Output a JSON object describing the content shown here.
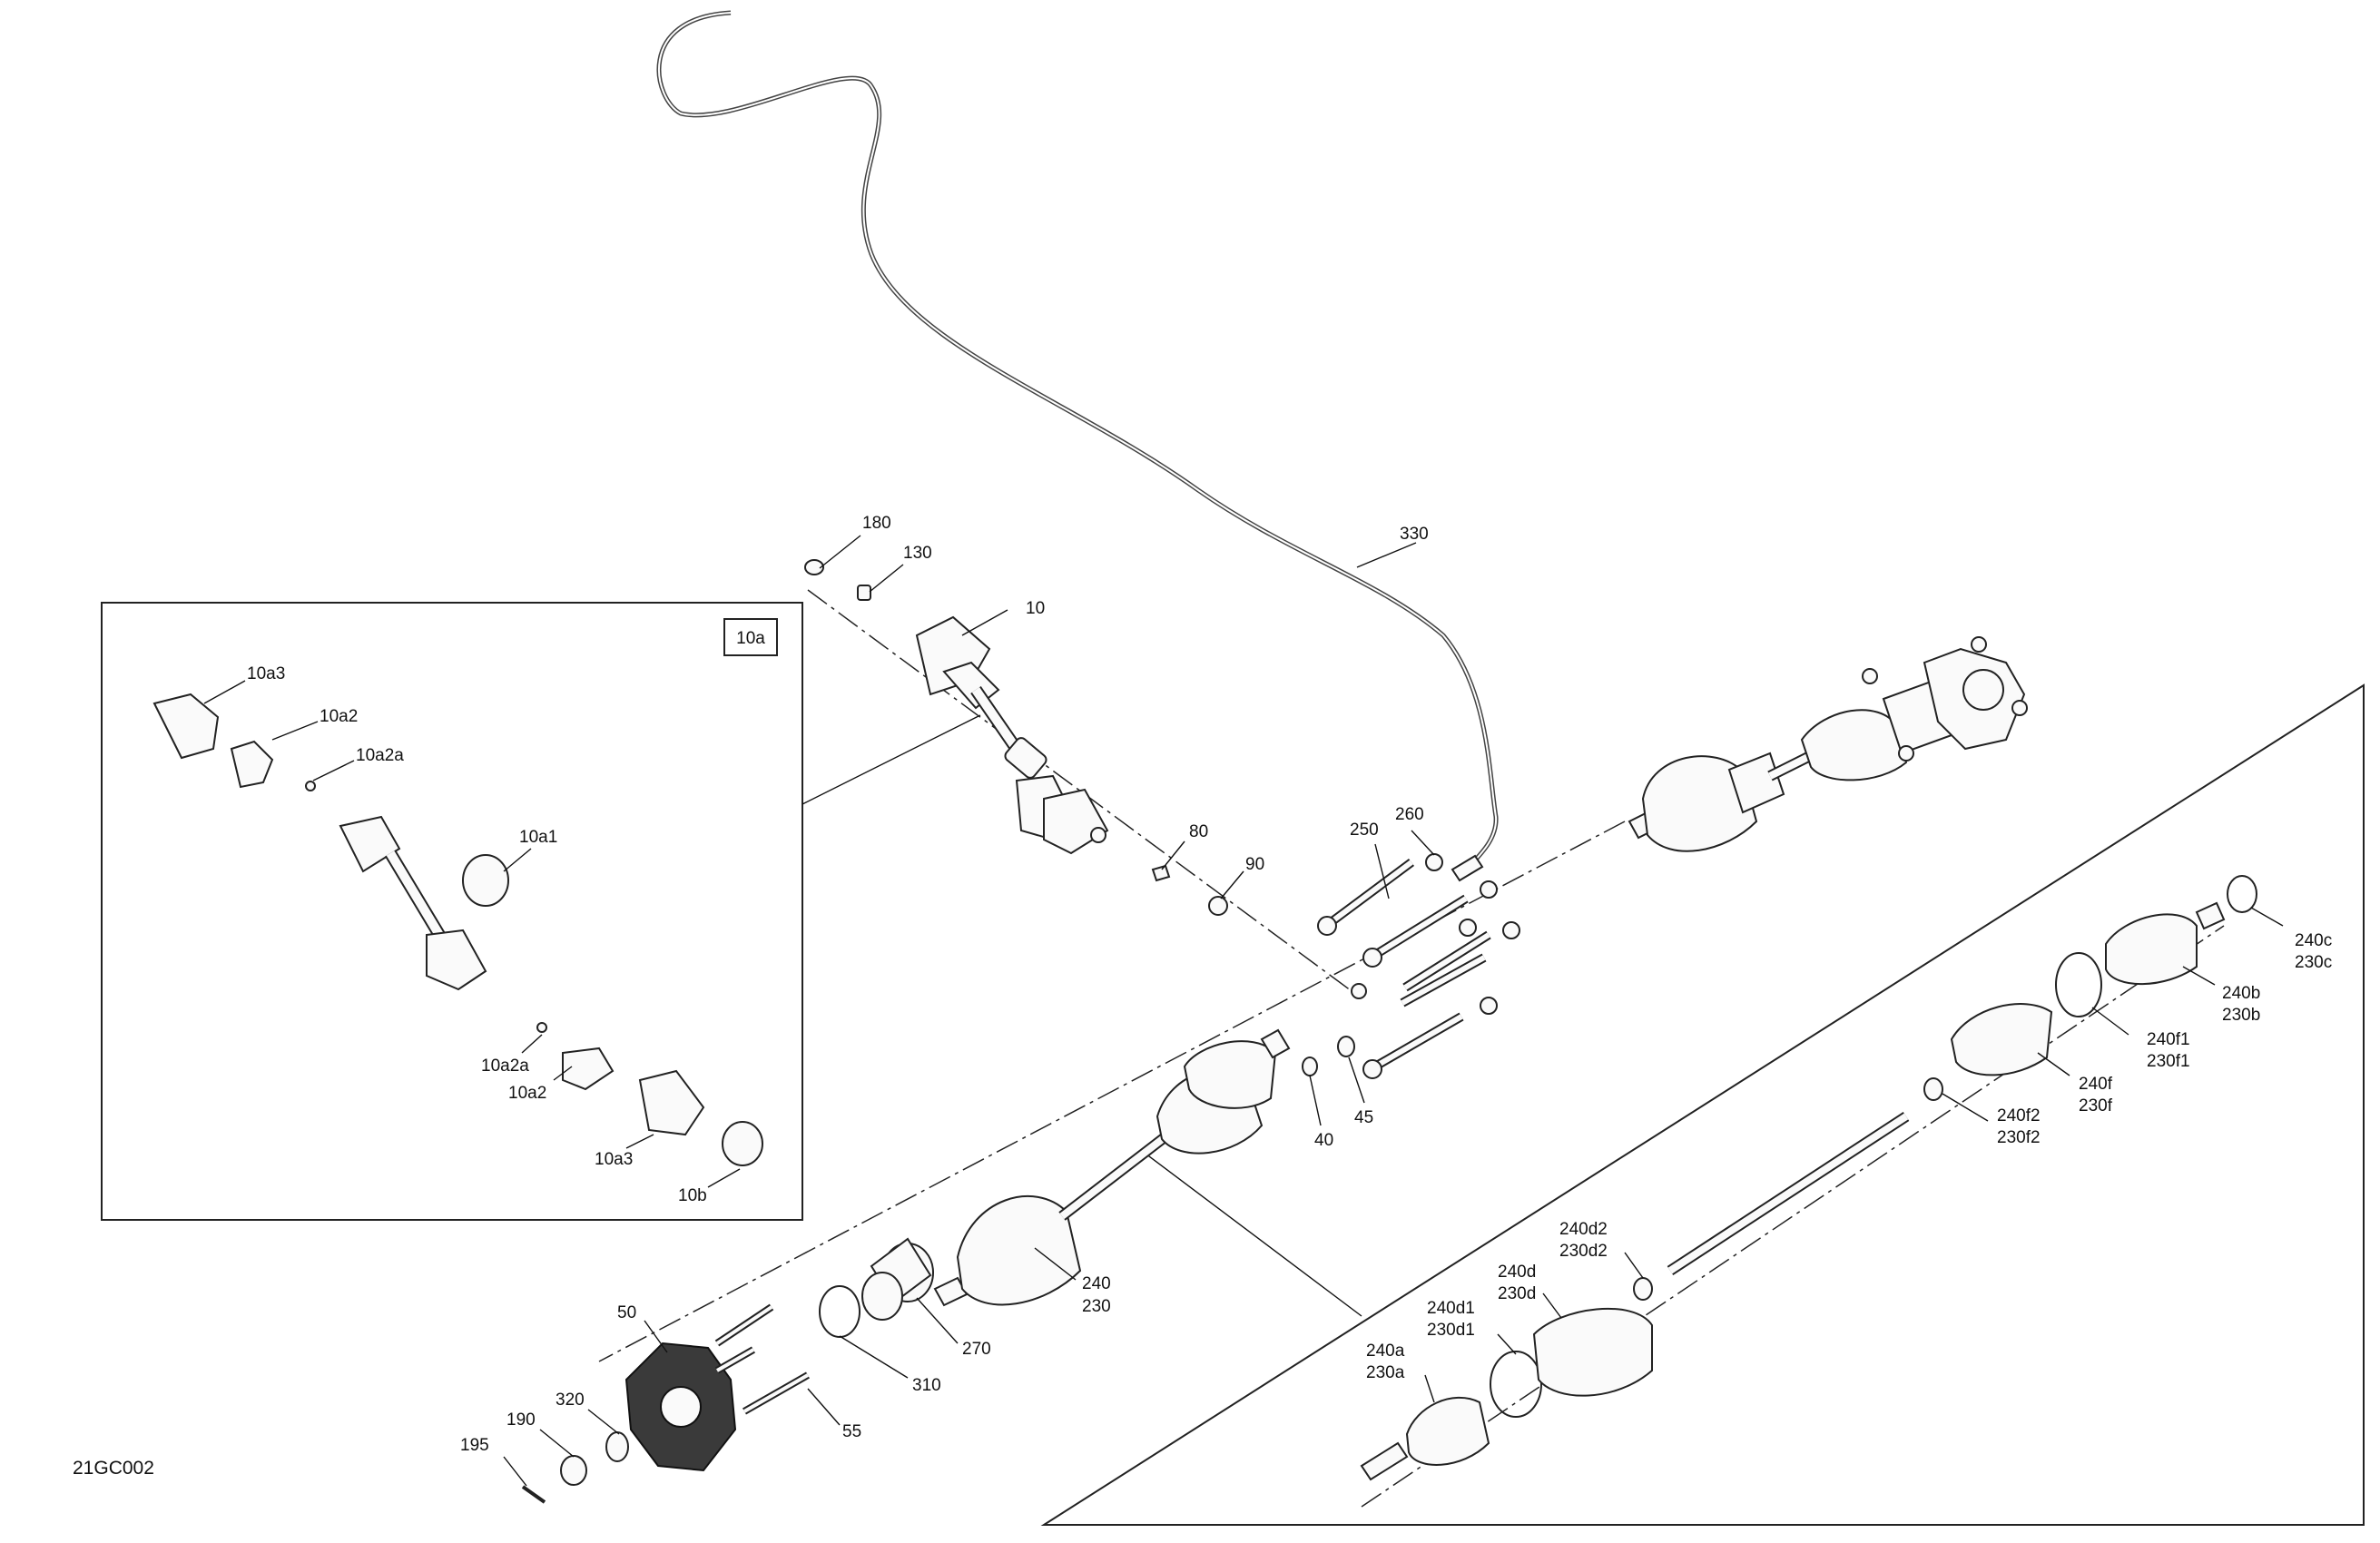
{
  "drawing": {
    "code": "21GC002",
    "inset_tag": "10a",
    "callouts": {
      "c180": "180",
      "c130": "130",
      "c10": "10",
      "c330": "330",
      "c80": "80",
      "c90": "90",
      "c250": "250",
      "c260": "260",
      "c40": "40",
      "c45": "45",
      "c240": "240",
      "c230": "230",
      "c270": "270",
      "c310": "310",
      "c50": "50",
      "c55": "55",
      "c320": "320",
      "c190": "190",
      "c195": "195",
      "c10a3_top": "10a3",
      "c10a2_top": "10a2",
      "c10a2a_top": "10a2a",
      "c10a1": "10a1",
      "c10a2a_bot": "10a2a",
      "c10a2_bot": "10a2",
      "c10a3_bot": "10a3",
      "c10b": "10b",
      "c240c": "240c",
      "c230c": "230c",
      "c240b": "240b",
      "c230b": "230b",
      "c240f1": "240f1",
      "c230f1": "230f1",
      "c240f": "240f",
      "c230f": "230f",
      "c240f2": "240f2",
      "c230f2": "230f2",
      "c240d2": "240d2",
      "c230d2": "230d2",
      "c240d": "240d",
      "c230d": "230d",
      "c240d1": "240d1",
      "c230d1": "230d1",
      "c240a": "240a",
      "c230a": "230a"
    }
  }
}
